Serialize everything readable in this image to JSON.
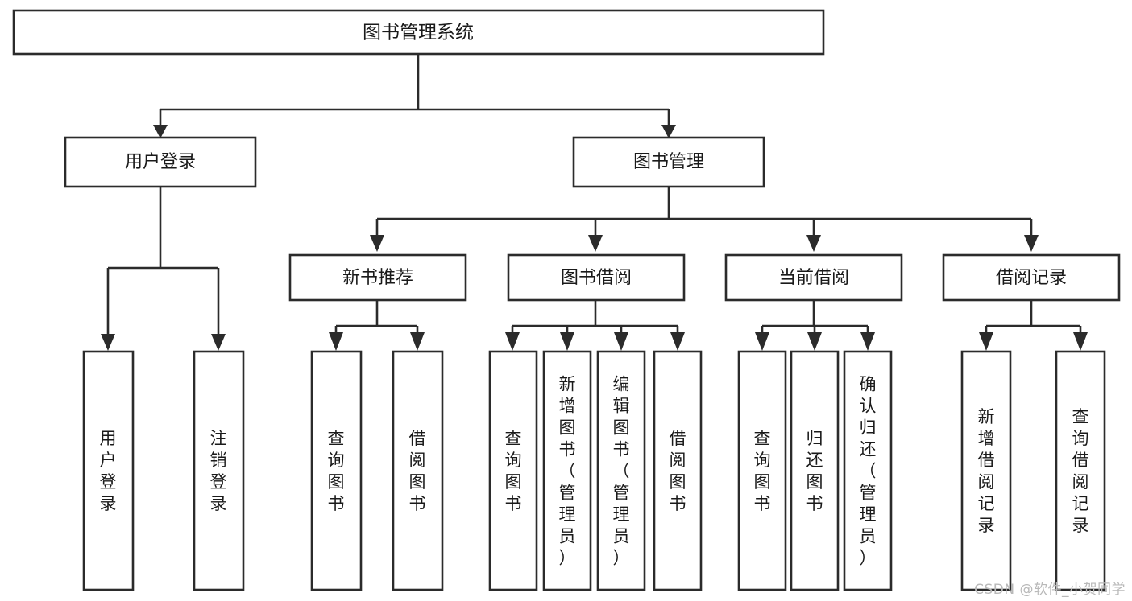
{
  "diagram": {
    "type": "tree-hierarchy",
    "title": "图书管理系统",
    "watermark": "CSDN @软件_小贺同学",
    "colors": {
      "stroke": "#2b2b2b",
      "fill": "#ffffff",
      "text": "#1a1a1a",
      "watermark": "#b9b9b9"
    },
    "levels": {
      "root": {
        "label": "图书管理系统"
      },
      "level2": [
        {
          "label": "用户登录"
        },
        {
          "label": "图书管理"
        }
      ],
      "level3": [
        {
          "label": "新书推荐"
        },
        {
          "label": "图书借阅"
        },
        {
          "label": "当前借阅"
        },
        {
          "label": "借阅记录"
        }
      ]
    },
    "leaves": {
      "user_login": [
        "用户登录",
        "注销登录"
      ],
      "new_book_recommend": [
        "查询图书",
        "借阅图书"
      ],
      "book_borrow": [
        "查询图书",
        "新增图书（管理员）",
        "编辑图书（管理员）",
        "借阅图书"
      ],
      "current_borrow": [
        "查询图书",
        "归还图书",
        "确认归还（管理员）"
      ],
      "borrow_record": [
        "新增借阅记录",
        "查询借阅记录"
      ]
    }
  }
}
